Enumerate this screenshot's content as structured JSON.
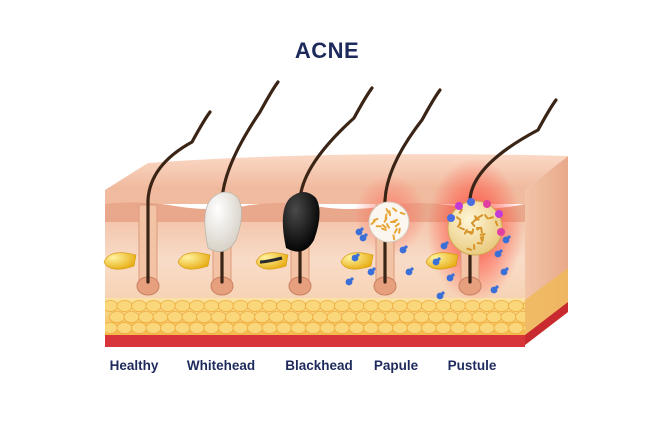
{
  "title": "ACNE",
  "stages": [
    {
      "key": "healthy",
      "label": "Healthy"
    },
    {
      "key": "whitehead",
      "label": "Whitehead"
    },
    {
      "key": "blackhead",
      "label": "Blackhead"
    },
    {
      "key": "papule",
      "label": "Papule"
    },
    {
      "key": "pustule",
      "label": "Pustule"
    }
  ],
  "colors": {
    "title": "#1f2a5c",
    "skin_surface": "#f3c3a8",
    "dermis": "#f7d5c0",
    "fat": "#f6c860",
    "hair": "#3a2416",
    "sebum": "#f2c51c",
    "inflammation": "#e8322b",
    "bacteria": "#3b6fd8",
    "base": "#d8353a"
  }
}
